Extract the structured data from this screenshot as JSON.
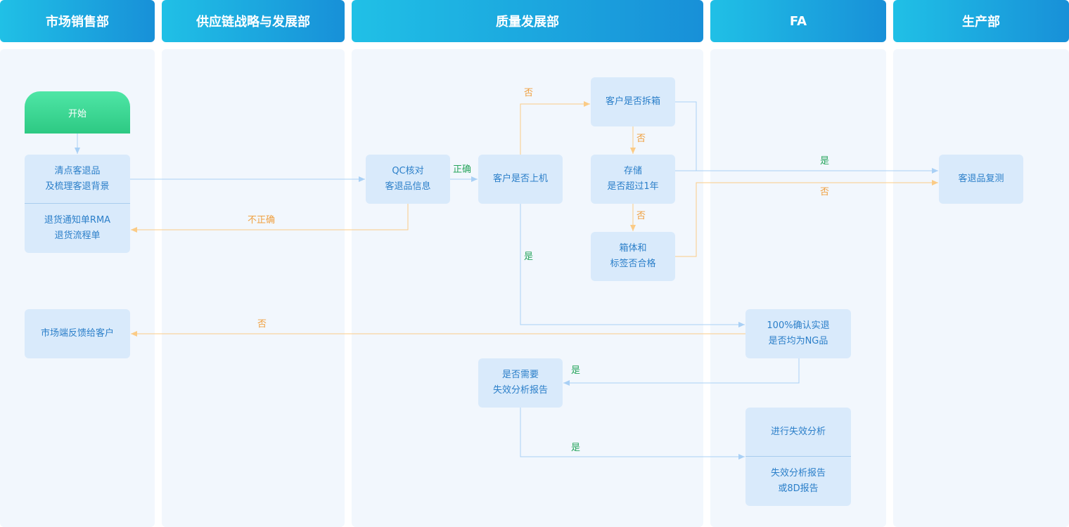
{
  "lanes": [
    "市场销售部",
    "供应链战略与发展部",
    "质量发展部",
    "FA",
    "生产部"
  ],
  "nodes": {
    "start": "开始",
    "check_returns": "清点客退品\n及梳理客退背景",
    "rma": "退货通知单RMA\n退货流程单",
    "feedback": "市场端反馈给客户",
    "qc_check": "QC核对\n客退品信息",
    "on_machine": "客户是否上机",
    "unpacked": "客户是否拆箱",
    "storage": "存储\n是否超过1年",
    "box_label": "箱体和\n标签否合格",
    "need_fa": "是否需要\n失效分析报告",
    "confirm_ng": "100%确认实退\n是否均为NG品",
    "do_fa": "进行失效分析",
    "fa_report": "失效分析报告\n或8D报告",
    "retest": "客退品复测"
  },
  "labels": {
    "correct": "正确",
    "incorrect": "不正确",
    "no_unpacked": "否",
    "no_storage": "否",
    "no_box": "否",
    "yes_retest": "是",
    "no_retest": "否",
    "yes_onmachine": "是",
    "no_feedback": "否",
    "yes_needfa": "是",
    "yes_dofa": "是"
  },
  "colors": {
    "header_start": "#20c0e6",
    "header_end": "#1890d8",
    "lane_bg": "#f2f7fd",
    "node_bg": "#d9eafb",
    "node_text": "#2b7fc9",
    "start_top": "#4fe6a6",
    "start_bottom": "#2dc983",
    "line_blue": "#a9d0f5",
    "line_orange": "#fbcb86",
    "yes_text": "#27a55c",
    "no_text": "#f0a040"
  }
}
